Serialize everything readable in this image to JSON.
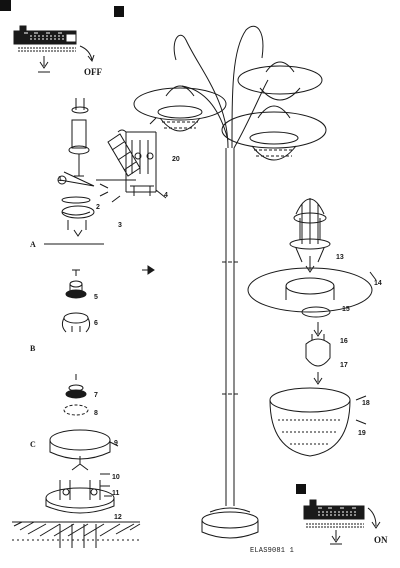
{
  "switch_off_label": "OFF",
  "switch_on_label": "ON",
  "section_labels": {
    "a": "A",
    "b": "B",
    "c": "C"
  },
  "step_numbers": {
    "s1": "1",
    "s2": "2",
    "s3": "3",
    "s4": "4",
    "s5": "5",
    "s6": "6",
    "s7": "7",
    "s8": "8",
    "s9": "9",
    "s10": "10",
    "s11": "11",
    "s12": "12",
    "s13": "13",
    "s14": "14",
    "s15": "15",
    "s16": "16",
    "s17": "17",
    "s18": "18",
    "s19": "19",
    "s20": "20"
  },
  "document_code": "ELAS9081 1",
  "colors": {
    "ink": "#1a1a1a",
    "corner_marks": "#111111",
    "paper": "#ffffff"
  }
}
